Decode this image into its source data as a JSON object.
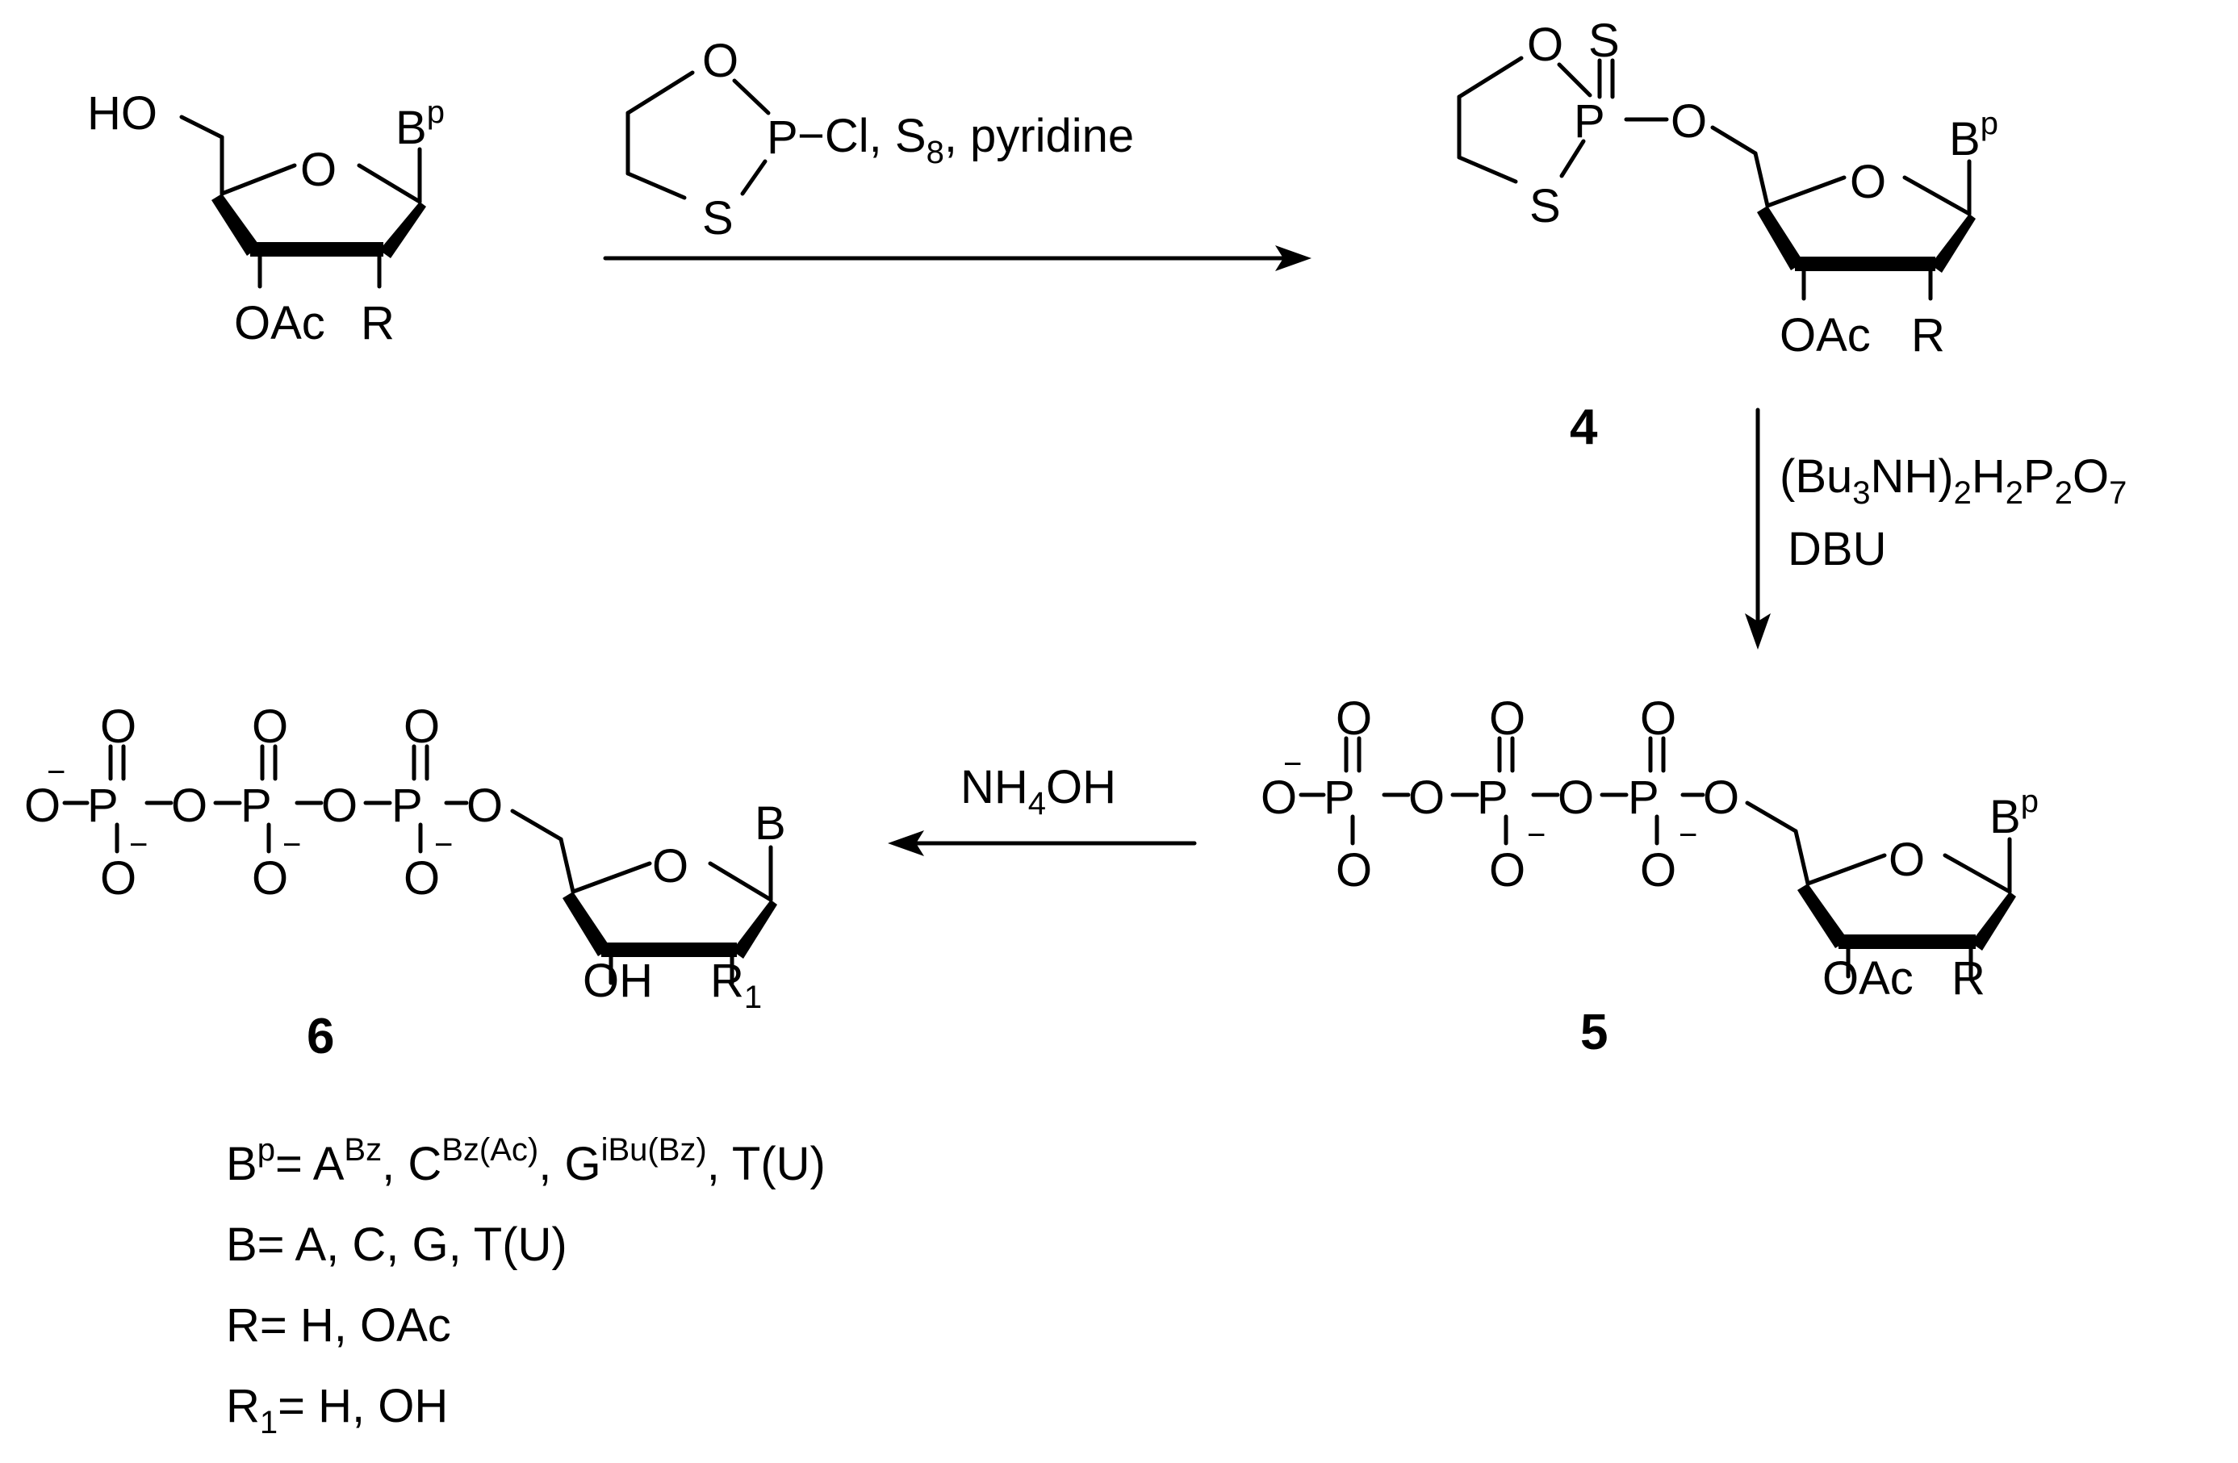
{
  "scheme": {
    "reagents_step1": {
      "ring_O": "O",
      "ring_S": "S",
      "ring_P": "P",
      "cl_text": "−Cl, S",
      "s8_sub": "8",
      "rest": ", pyridine"
    },
    "reagents_step2": {
      "line1_a": "(Bu",
      "line1_sub1": "3",
      "line1_b": "NH)",
      "line1_sub2": "2",
      "line1_c": "H",
      "line1_sub3": "2",
      "line1_d": "P",
      "line1_sub4": "2",
      "line1_e": "O",
      "line1_sub5": "7",
      "line2": "DBU"
    },
    "reagents_step3": {
      "a": "NH",
      "sub": "4",
      "b": "OH"
    },
    "compound_labels": {
      "c4": "4",
      "c5": "5",
      "c6": "6"
    },
    "atoms": {
      "HO": "HO",
      "O": "O",
      "B": "B",
      "Bp_sup": "p",
      "OAc": "OAc",
      "R": "R",
      "OH": "OH",
      "R1": "R",
      "R1_sub": "1",
      "P": "P",
      "S": "S",
      "minus": "−"
    },
    "legend": {
      "line1": {
        "a": "B",
        "a_sup": "p",
        "b": "= A",
        "b_sup": "Bz",
        "c": ", C",
        "c_sup": "Bz(Ac)",
        "d": ", G",
        "d_sup": "iBu(Bz)",
        "e": ", T(U)"
      },
      "line2": "B= A, C, G, T(U)",
      "line3": "R= H, OAc",
      "line4": {
        "a": "R",
        "a_sub": "1",
        "b": "= H, OH"
      }
    }
  }
}
